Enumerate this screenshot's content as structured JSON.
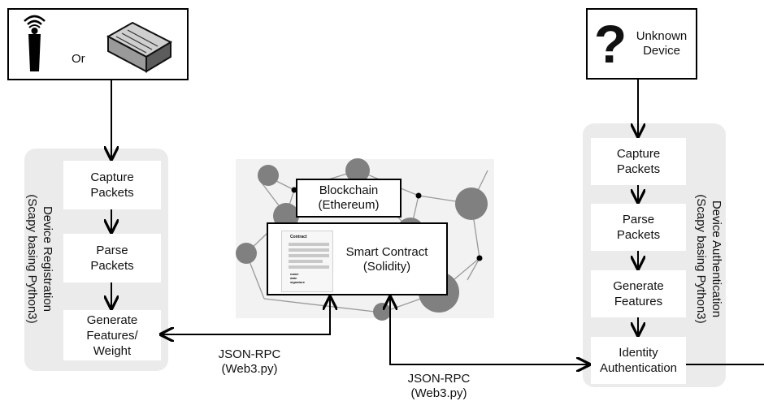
{
  "left_device": {
    "or_label": "Or"
  },
  "unknown_device": {
    "label": "Unknown\nDevice"
  },
  "registration": {
    "side_label": "Device Registration\n(Scapy basing Python3)",
    "steps": [
      "Capture\nPackets",
      "Parse\nPackets",
      "Generate\nFeatures/\nWeight"
    ]
  },
  "authentication": {
    "side_label": "Device Authentication\n(Scapy basing Python3)",
    "steps": [
      "Capture\nPackets",
      "Parse\nPackets",
      "Generate\nFeatures",
      "Identity\nAuthentication"
    ]
  },
  "blockchain": {
    "label": "Blockchain\n(Ethereum)"
  },
  "smart_contract": {
    "label": "Smart Contract\n(Solidity)",
    "doc_title": "Contract",
    "doc_footer": "name\ndate\nsignature"
  },
  "rpc_left": {
    "label": "JSON-RPC\n(Web3.py)"
  },
  "rpc_right": {
    "label": "JSON-RPC\n(Web3.py)"
  }
}
